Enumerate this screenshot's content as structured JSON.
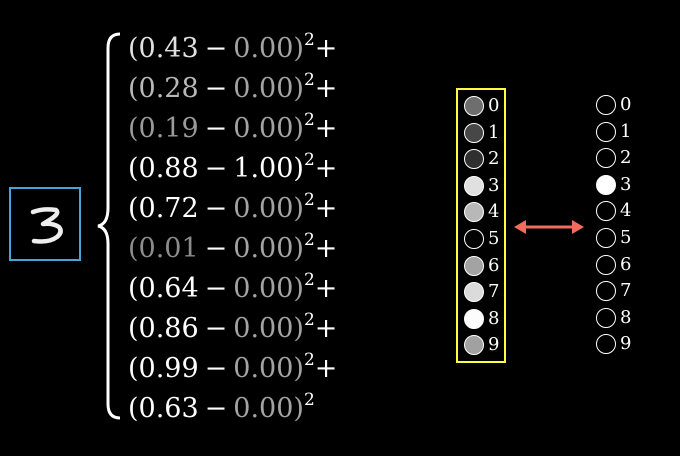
{
  "terms": [
    {
      "output": "0.43",
      "target": "0.00",
      "sign": "−",
      "exp": "2",
      "op": "+",
      "out_color": "#e0e0e0",
      "tgt_color": "#a3a3a3"
    },
    {
      "output": "0.28",
      "target": "0.00",
      "sign": "−",
      "exp": "2",
      "op": "+",
      "out_color": "#b8b8b8",
      "tgt_color": "#a3a3a3"
    },
    {
      "output": "0.19",
      "target": "0.00",
      "sign": "−",
      "exp": "2",
      "op": "+",
      "out_color": "#9a9a9a",
      "tgt_color": "#a3a3a3"
    },
    {
      "output": "0.88",
      "target": "1.00",
      "sign": "−",
      "exp": "2",
      "op": "+",
      "out_color": "#ffffff",
      "tgt_color": "#ffffff"
    },
    {
      "output": "0.72",
      "target": "0.00",
      "sign": "−",
      "exp": "2",
      "op": "+",
      "out_color": "#ffffff",
      "tgt_color": "#a3a3a3"
    },
    {
      "output": "0.01",
      "target": "0.00",
      "sign": "−",
      "exp": "2",
      "op": "+",
      "out_color": "#8c8c8c",
      "tgt_color": "#a3a3a3"
    },
    {
      "output": "0.64",
      "target": "0.00",
      "sign": "−",
      "exp": "2",
      "op": "+",
      "out_color": "#ffffff",
      "tgt_color": "#a3a3a3"
    },
    {
      "output": "0.86",
      "target": "0.00",
      "sign": "−",
      "exp": "2",
      "op": "+",
      "out_color": "#ffffff",
      "tgt_color": "#a3a3a3"
    },
    {
      "output": "0.99",
      "target": "0.00",
      "sign": "−",
      "exp": "2",
      "op": "+",
      "out_color": "#ffffff",
      "tgt_color": "#a3a3a3"
    },
    {
      "output": "0.63",
      "target": "0.00",
      "sign": "−",
      "exp": "2",
      "op": "",
      "out_color": "#ffffff",
      "tgt_color": "#a3a3a3"
    }
  ],
  "network_outputs": {
    "labels": [
      "0",
      "1",
      "2",
      "3",
      "4",
      "5",
      "6",
      "7",
      "8",
      "9"
    ],
    "activations": [
      0.43,
      0.28,
      0.19,
      0.88,
      0.72,
      0.01,
      0.64,
      0.86,
      0.99,
      0.63
    ],
    "box_color": "#ffff40"
  },
  "target_outputs": {
    "labels": [
      "0",
      "1",
      "2",
      "3",
      "4",
      "5",
      "6",
      "7",
      "8",
      "9"
    ],
    "activations": [
      0,
      0,
      0,
      1,
      0,
      0,
      0,
      0,
      0,
      0
    ]
  },
  "colors": {
    "digit_box": "#4aa3d8",
    "arrow": "#f26b5b",
    "dim_text": "#a3a3a3"
  },
  "input_image": {
    "digit": "3",
    "icon": "handwritten-digit-image"
  }
}
